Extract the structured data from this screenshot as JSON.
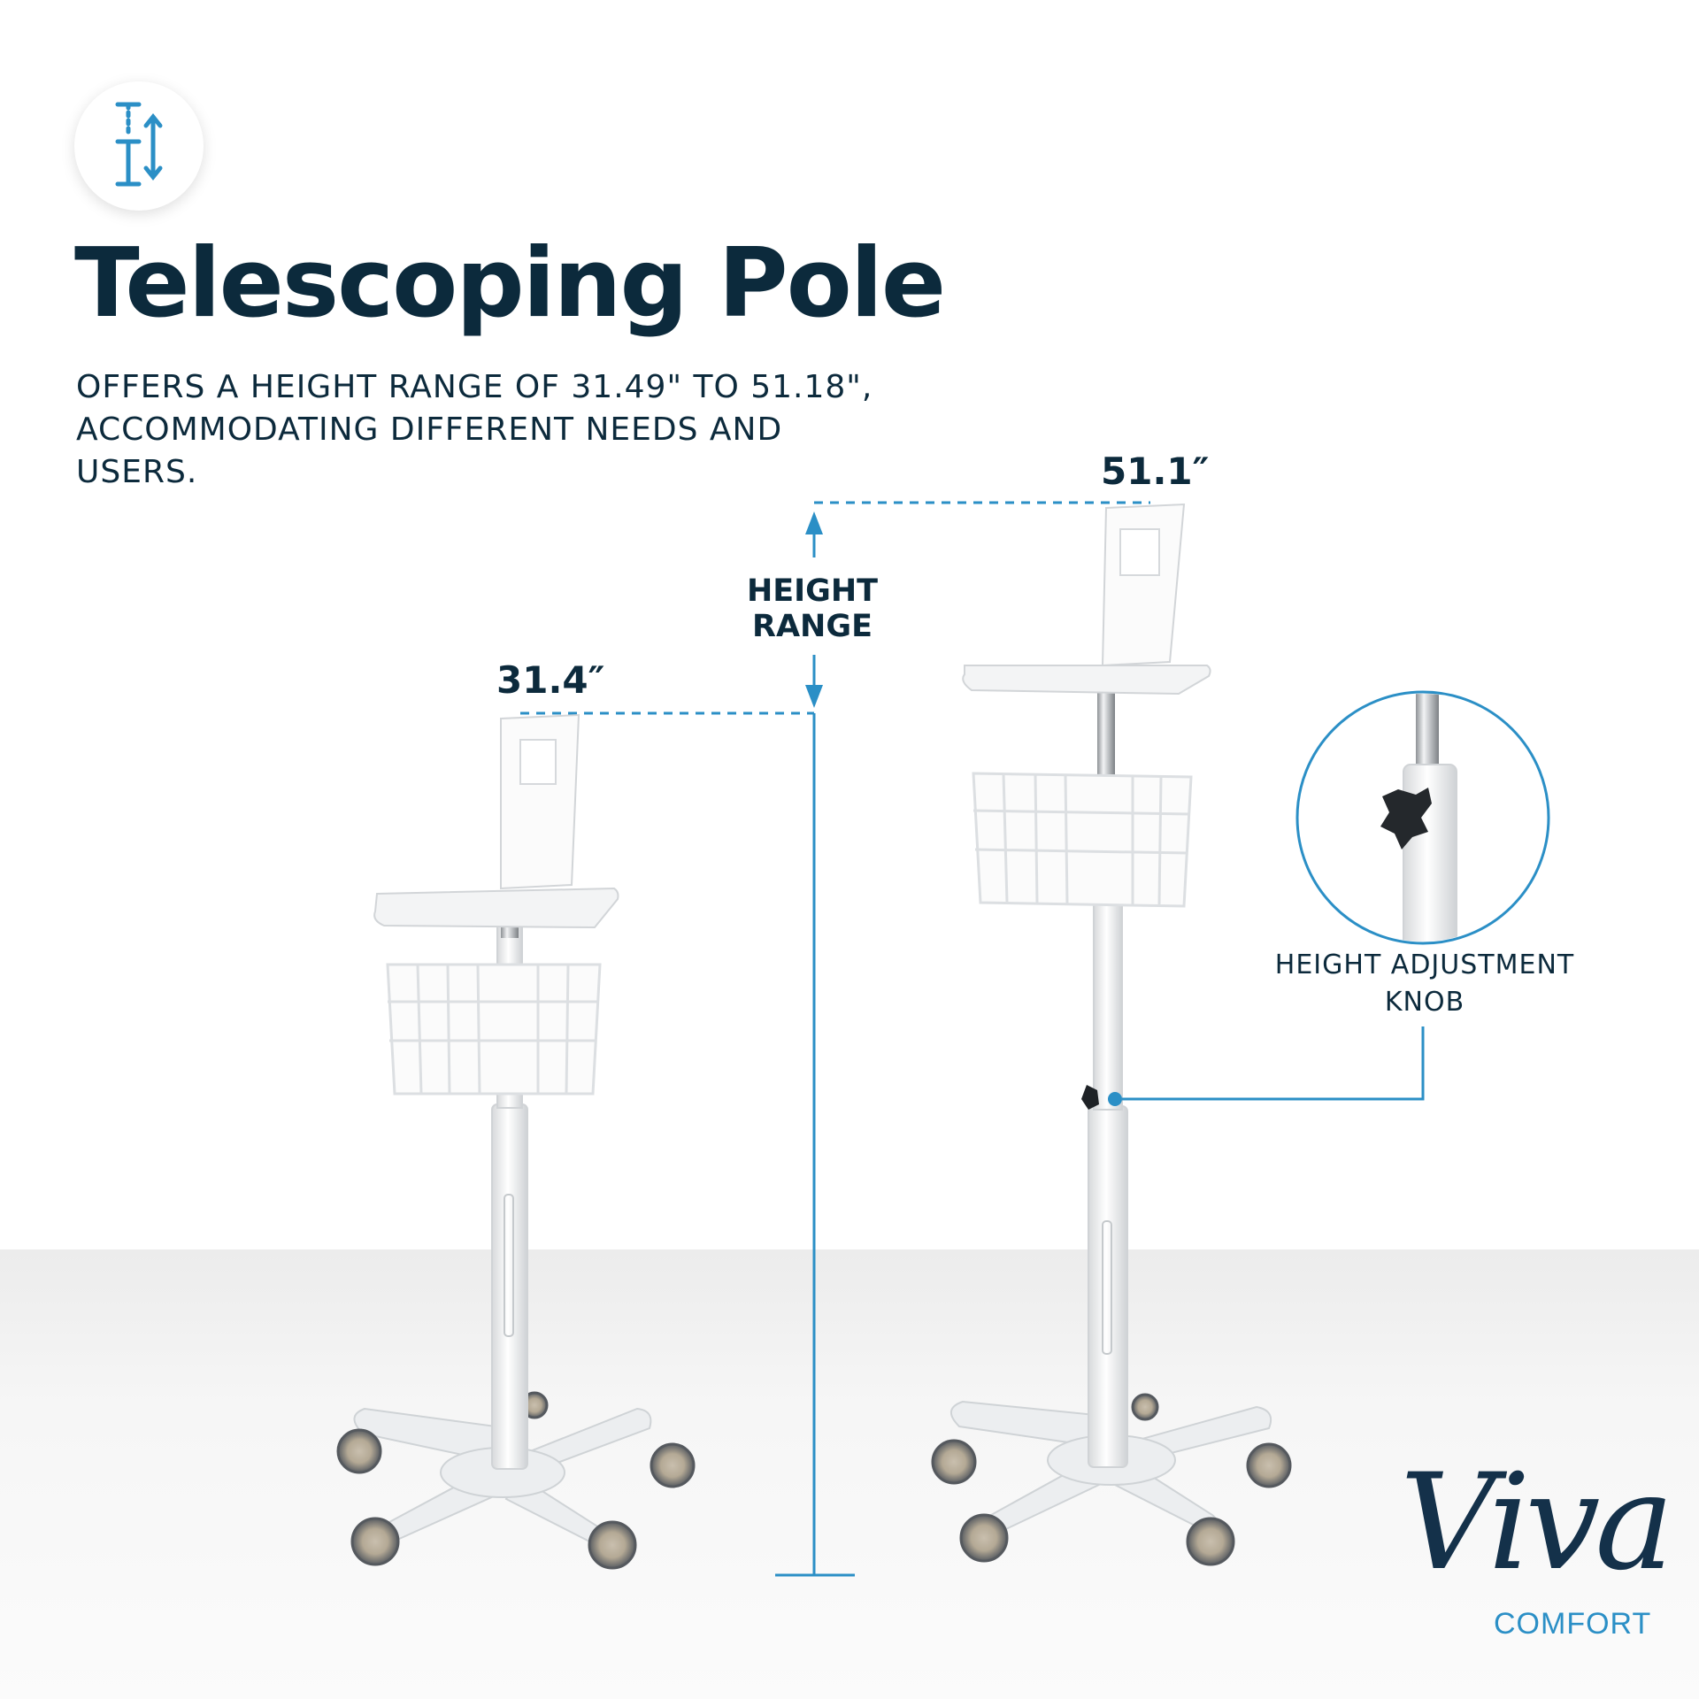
{
  "header": {
    "title": "Telescoping Pole",
    "subtitle": "OFFERS A HEIGHT RANGE OF 31.49\" TO 51.18\", ACCOMMODATING DIFFERENT NEEDS AND USERS."
  },
  "icon": {
    "name": "height-adjust-icon",
    "color": "#2b8fc6"
  },
  "dimensions": {
    "max_label": "51.1″",
    "min_label": "31.4″",
    "range_label": "HEIGHT RANGE"
  },
  "callout": {
    "label": "HEIGHT ADJUSTMENT KNOB"
  },
  "brand": {
    "name": "Viva",
    "tagline": "COMFORT"
  },
  "colors": {
    "navy": "#0c2a3c",
    "accent": "#2b8fc6",
    "chrome": "#c9ccd0",
    "floor": "#f2f2f2"
  }
}
